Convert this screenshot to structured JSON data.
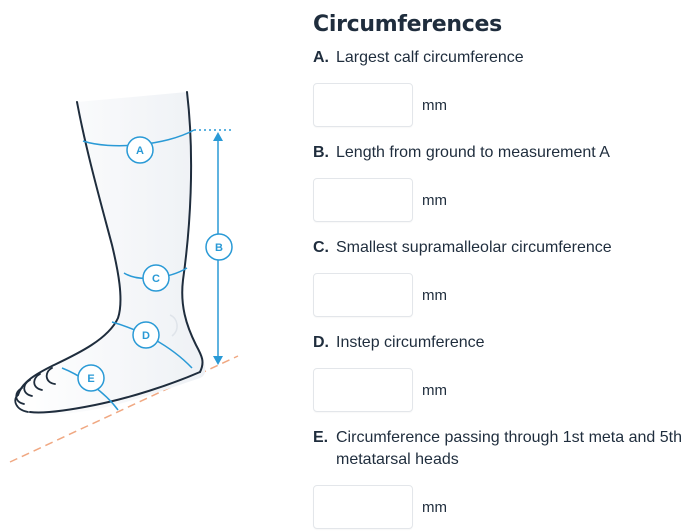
{
  "section_title": "Circumferences",
  "unit": "mm",
  "fields": [
    {
      "letter": "A.",
      "label": "Largest calf circumference",
      "value": ""
    },
    {
      "letter": "B.",
      "label": "Length from ground to measurement A",
      "value": ""
    },
    {
      "letter": "C.",
      "label": "Smallest supramalleolar circumference",
      "value": ""
    },
    {
      "letter": "D.",
      "label": "Instep circumference",
      "value": ""
    },
    {
      "letter": "E.",
      "label": "Circumference passing through 1st meta and 5th metatarsal heads",
      "value": ""
    }
  ],
  "diagram": {
    "markers": [
      "A",
      "B",
      "C",
      "D",
      "E"
    ],
    "accent_color": "#2a9ad6",
    "ground_line_color": "#f0a882",
    "outline_color": "#1f2d3d"
  }
}
